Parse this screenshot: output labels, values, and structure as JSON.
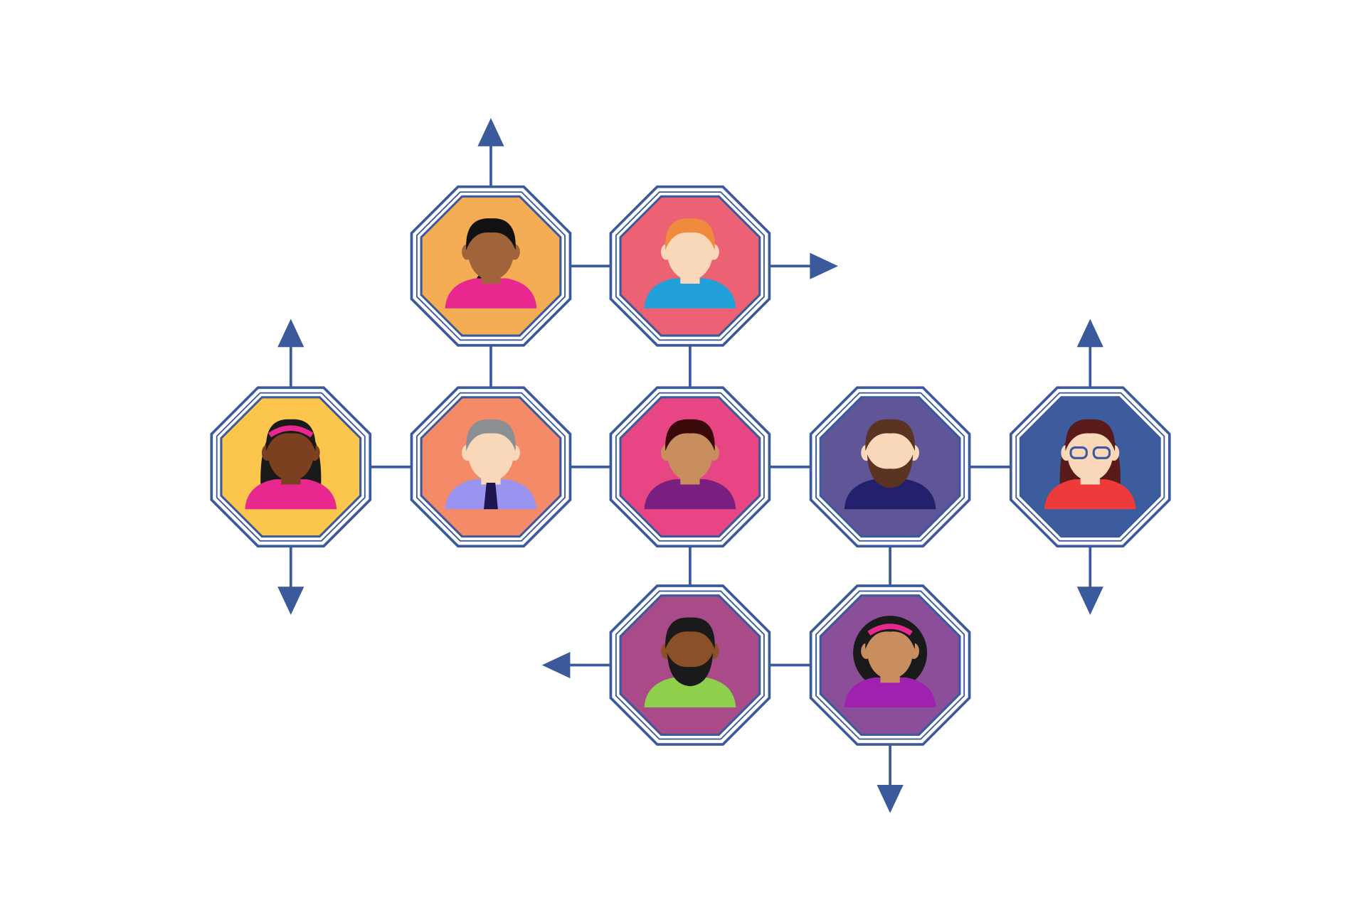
{
  "line_color": "#3a5a9c",
  "nodes": [
    {
      "id": "a",
      "bg": "#f5ad55",
      "skin": "#a0643a",
      "hair": "#111111",
      "shirt": "#e8288e",
      "style": "ponytail"
    },
    {
      "id": "b",
      "bg": "#ec6174",
      "skin": "#f8d8b8",
      "hair": "#f08a3c",
      "shirt": "#22a0d8",
      "style": "short"
    },
    {
      "id": "c",
      "bg": "#fcc54c",
      "skin": "#7a4020",
      "hair": "#1a1a1a",
      "shirt": "#e8288e",
      "style": "long-headband"
    },
    {
      "id": "d",
      "bg": "#f58a68",
      "skin": "#f8d8b8",
      "hair": "#8a8f94",
      "shirt": "#9a94f0",
      "style": "tie"
    },
    {
      "id": "e",
      "bg": "#e84584",
      "skin": "#c98e5e",
      "hair": "#3a0a0a",
      "shirt": "#7a1f80",
      "style": "short"
    },
    {
      "id": "f",
      "bg": "#5f5597",
      "skin": "#f8d8b8",
      "hair": "#5a3322",
      "shirt": "#23206e",
      "style": "beard"
    },
    {
      "id": "g",
      "bg": "#3c5c9e",
      "skin": "#f8d8b8",
      "hair": "#5a1a1a",
      "shirt": "#ee3a3a",
      "style": "glasses"
    },
    {
      "id": "h",
      "bg": "#a94b88",
      "skin": "#8a5028",
      "hair": "#1a1a1a",
      "shirt": "#8ed04c",
      "style": "beard-dark"
    },
    {
      "id": "i",
      "bg": "#8a4f98",
      "skin": "#c98e5e",
      "hair": "#1a1a1a",
      "shirt": "#a020b0",
      "style": "curly"
    }
  ],
  "edges": [
    [
      "a",
      "b"
    ],
    [
      "a",
      "d"
    ],
    [
      "b",
      "e"
    ],
    [
      "c",
      "d"
    ],
    [
      "d",
      "e"
    ],
    [
      "e",
      "f"
    ],
    [
      "f",
      "g"
    ],
    [
      "e",
      "h"
    ],
    [
      "f",
      "i"
    ],
    [
      "h",
      "i"
    ]
  ],
  "arrows": [
    {
      "from": "a",
      "dir": "up"
    },
    {
      "from": "b",
      "dir": "right"
    },
    {
      "from": "c",
      "dir": "up"
    },
    {
      "from": "c",
      "dir": "down"
    },
    {
      "from": "g",
      "dir": "up"
    },
    {
      "from": "g",
      "dir": "down"
    },
    {
      "from": "h",
      "dir": "left"
    },
    {
      "from": "i",
      "dir": "down"
    }
  ]
}
